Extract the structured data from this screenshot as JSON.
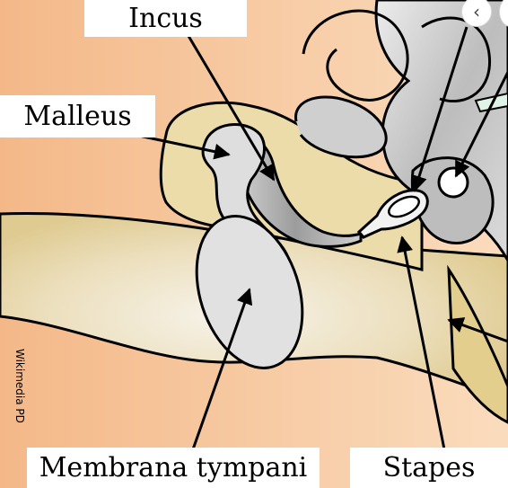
{
  "labels": {
    "incus": "Incus",
    "malleus": "Malleus",
    "membrana": "Membrana tympani",
    "stapes": "Stapes"
  },
  "watermark": "Wikimedia PD",
  "nav": {
    "prev_icon": "chevron-left-icon",
    "prev_glyph": "‹"
  },
  "colors": {
    "background": "#f6c8a2",
    "canal": "#e8d7a8",
    "bone": "#c8c8c8",
    "outline": "#000000"
  }
}
